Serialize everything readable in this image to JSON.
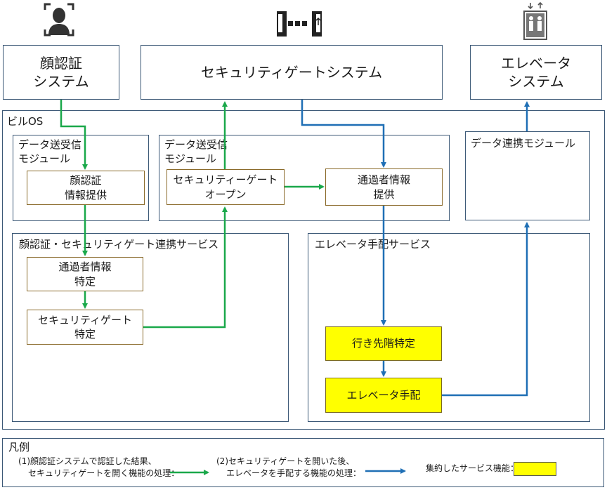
{
  "top": {
    "face_system": [
      "顔認証",
      "システム"
    ],
    "gate_system": "セキュリティゲートシステム",
    "elevator_system": [
      "エレベータ",
      "システム"
    ]
  },
  "icons": [
    "face-recognition-icon",
    "security-gate-icon",
    "elevator-icon"
  ],
  "os": {
    "title": "ビルOS",
    "module1": {
      "title": [
        "データ送受信",
        "モジュール"
      ],
      "box": [
        "顔認証",
        "情報提供"
      ]
    },
    "module2": {
      "title": [
        "データ送受信",
        "モジュール"
      ],
      "gate_open": [
        "セキュリティーゲート",
        "オープン"
      ],
      "passer_info": [
        "通過者情報",
        "提供"
      ]
    },
    "link_module": {
      "title": "データ連携モジュール"
    },
    "face_gate_service": {
      "title": "顔認証・セキュリティゲート連携サービス",
      "passer_identify": [
        "通過者情報",
        "特定"
      ],
      "gate_identify": [
        "セキュリティゲート",
        "特定"
      ]
    },
    "elevator_service": {
      "title": "エレベータ手配サービス",
      "destination": "行き先階特定",
      "dispatch": "エレベータ手配"
    }
  },
  "legend": {
    "title": "凡例",
    "item1": [
      "(1)顔認証システムで認証した結果、",
      "セキュリティゲートを開く機能の処理："
    ],
    "item2": [
      "(2)セキュリティゲートを開いた後、",
      "エレベータを手配する機能の処理："
    ],
    "item3": "集約したサービス機能：",
    "colors": {
      "green": "#1aa84a",
      "blue": "#1f6fb5",
      "yellow": "#ffff00"
    }
  }
}
